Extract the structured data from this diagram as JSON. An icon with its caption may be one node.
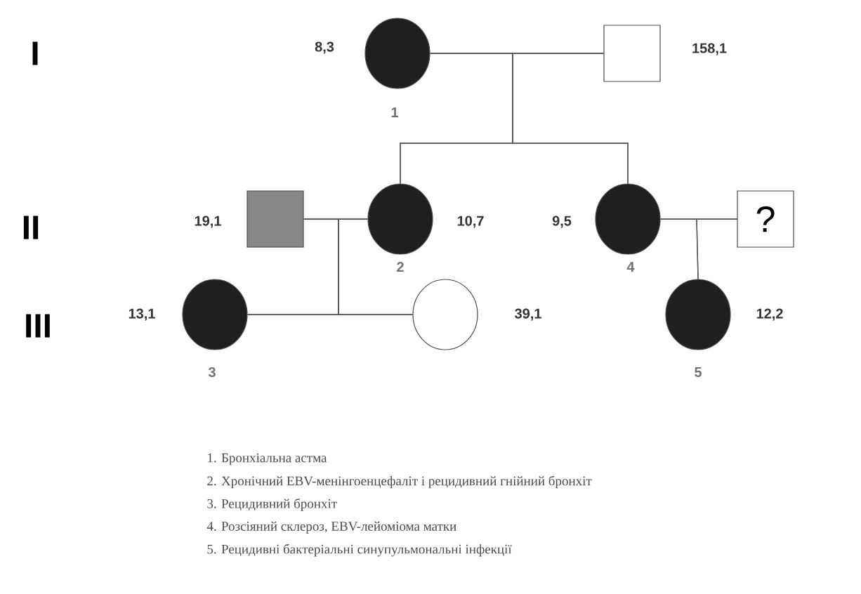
{
  "diagram": {
    "nodes": [
      {
        "text": [],
        "shape": "circle",
        "beside": [
          "8,3",
          "1"
        ]
      },
      {
        "text": [],
        "shape": "box",
        "beside": [
          "158,1"
        ]
      },
      {
        "text": [],
        "shape": "box",
        "beside": [
          "19,1"
        ]
      },
      {
        "text": [],
        "shape": "circle",
        "beside": [
          "10,7",
          "2"
        ]
      },
      {
        "text": [],
        "shape": "circle",
        "beside": [
          "9,5",
          "4"
        ]
      },
      {
        "text": [
          "?"
        ]
      },
      {
        "text": [],
        "shape": "circle",
        "beside": [
          "13,1",
          "3"
        ]
      },
      {
        "text": [],
        "shape": "circle",
        "beside": [
          "39,1"
        ]
      },
      {
        "text": [],
        "shape": "circle",
        "beside": [
          "12,2",
          "5"
        ]
      }
    ],
    "edges": [
      {
        "from": 0,
        "to": 1,
        "arrow": "none"
      },
      {
        "from": 0,
        "to": 3,
        "arrow": "none"
      },
      {
        "from": 0,
        "to": 4,
        "arrow": "none"
      },
      {
        "from": 1,
        "to": 3,
        "arrow": "none"
      },
      {
        "from": 1,
        "to": 4,
        "arrow": "none"
      },
      {
        "from": 2,
        "to": 3,
        "arrow": "none"
      },
      {
        "from": 2,
        "to": 6,
        "arrow": "none"
      },
      {
        "from": 2,
        "to": 7,
        "arrow": "none"
      },
      {
        "from": 3,
        "to": 6,
        "arrow": "none"
      },
      {
        "from": 3,
        "to": 7,
        "arrow": "none"
      },
      {
        "from": 4,
        "to": 5,
        "arrow": "none"
      },
      {
        "from": 4,
        "to": 8,
        "arrow": "none"
      },
      {
        "from": 5,
        "to": 8,
        "arrow": "none"
      }
    ],
    "labels": [
      "I",
      "II",
      "III",
      "1. Бронхіальна астма",
      "2. Хронічний EBV-менінгоенцефаліт і рецидивний гнійний бронхіт",
      "3. Рецидивний бронхіт",
      "4. Розсіяний склероз, EBV-лейоміома матки",
      "5. Рецидивні бактеріальні синупульмональні інфекції"
    ]
  }
}
